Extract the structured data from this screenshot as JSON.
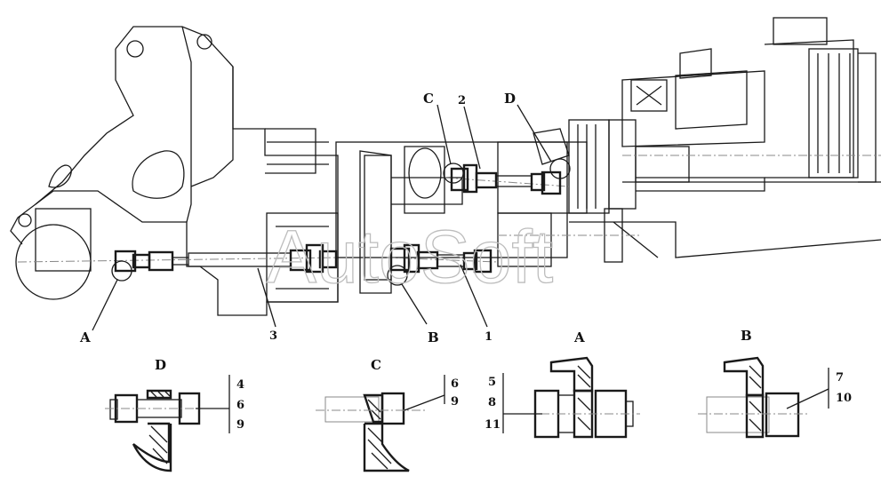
{
  "watermark": "AutoSoft",
  "view_labels": {
    "A": "A",
    "B": "B",
    "C": "C",
    "D": "D"
  },
  "part_numbers": {
    "p1": "1",
    "p2": "2",
    "p3": "3"
  },
  "details": {
    "D": {
      "title": "D",
      "callouts": [
        "4",
        "6",
        "9"
      ]
    },
    "C": {
      "title": "C",
      "callouts": [
        "6",
        "9"
      ]
    },
    "A": {
      "title": "A",
      "callouts": [
        "5",
        "8",
        "11"
      ]
    },
    "B": {
      "title": "B",
      "callouts": [
        "7",
        "10"
      ]
    }
  }
}
